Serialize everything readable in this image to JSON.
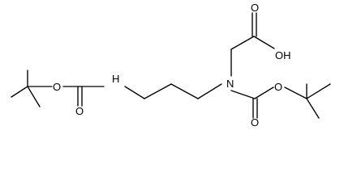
{
  "molecule": {
    "atoms": {
      "o_ester_left": "O",
      "o_carbonyl_left": "O",
      "nh": "H",
      "n_center": "N",
      "o_ester_right": "O",
      "o_carbonyl_right": "O",
      "o_acid_carbonyl": "O",
      "oh": "OH"
    },
    "colors": {
      "bond": "#000000",
      "label": "#000000",
      "background": "#ffffff"
    }
  }
}
